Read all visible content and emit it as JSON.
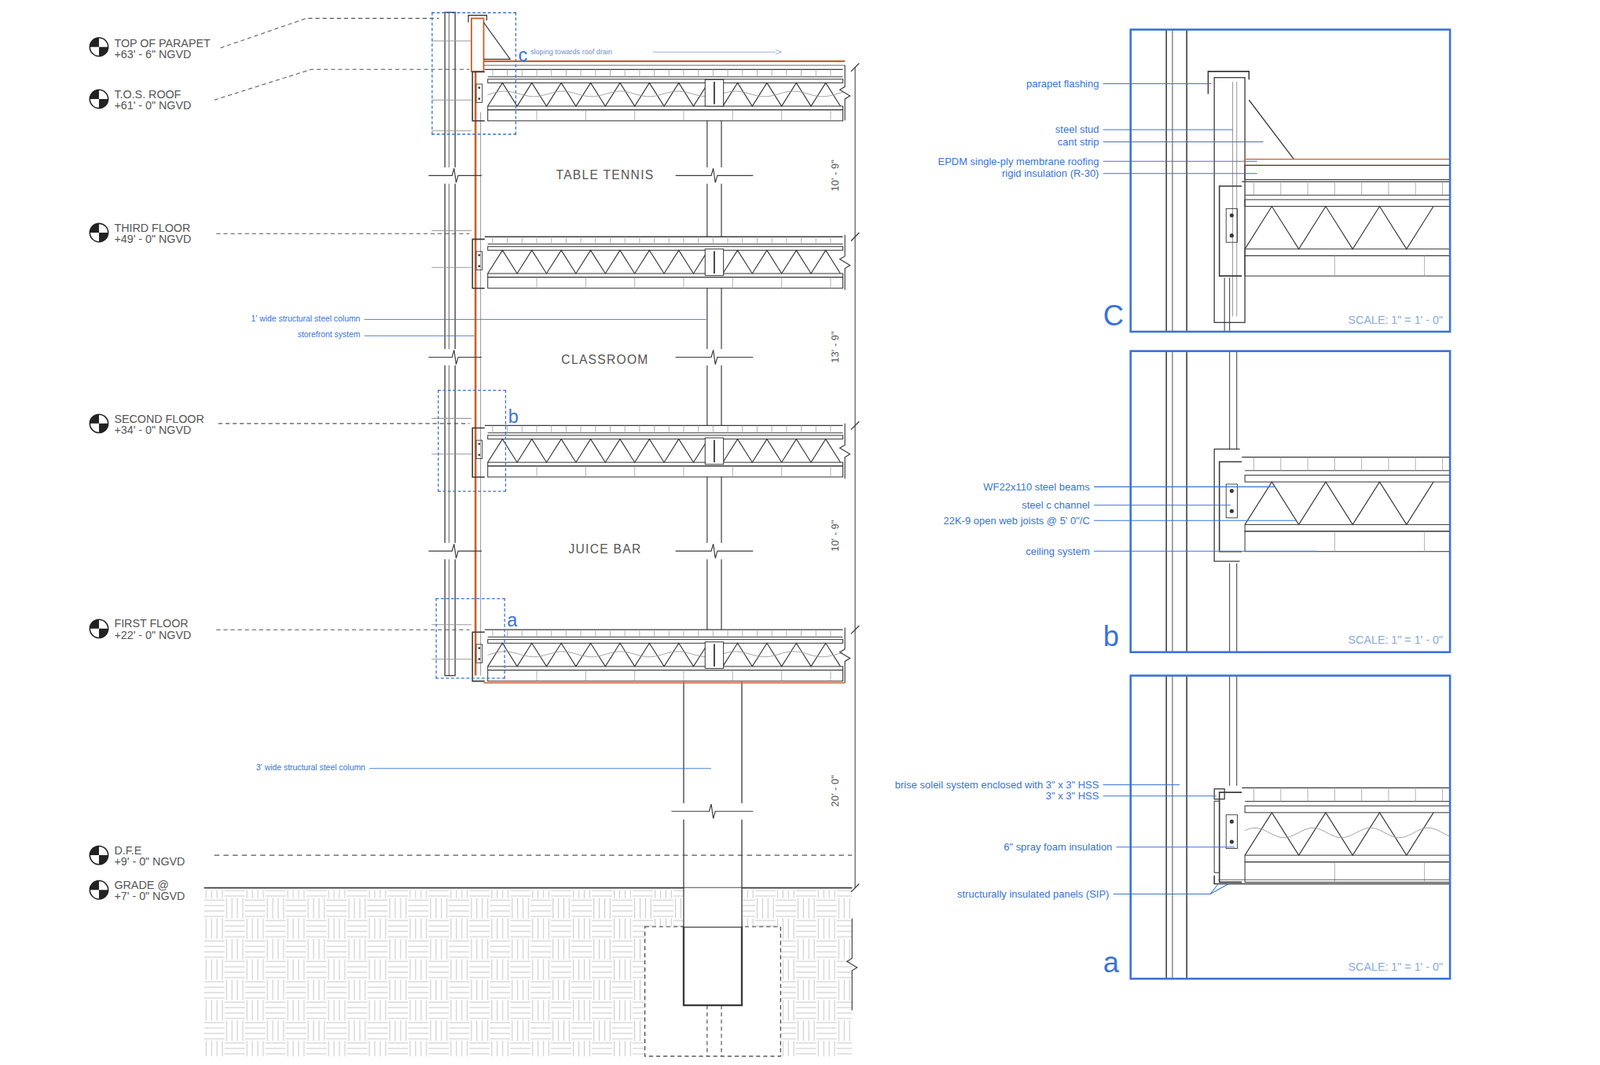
{
  "diagram": {
    "nodes": [
      {
        "text": [
          "c"
        ]
      },
      {
        "text": [
          "b"
        ]
      },
      {
        "text": [
          "a"
        ]
      },
      {
        "text": [
          "C",
          "SCALE: 1\" = 1' - 0\""
        ]
      },
      {
        "text": [
          "b",
          "SCALE: 1\" = 1' - 0\""
        ]
      },
      {
        "text": [
          "a",
          "SCALE: 1\" = 1' - 0\""
        ]
      }
    ],
    "labels": [
      "TOP OF PARAPET",
      "+63' - 6\" NGVD",
      "T.O.S. ROOF",
      "+61' - 0\" NGVD",
      "THIRD FLOOR",
      "+49' - 0\" NGVD",
      "SECOND FLOOR",
      "+34' - 0\" NGVD",
      "FIRST FLOOR",
      "+22' - 0\" NGVD",
      "D.F.E",
      "+9' - 0\" NGVD",
      "GRADE @",
      "+7' - 0\" NGVD",
      "sloping towards roof drain",
      "TABLE TENNIS",
      "CLASSROOM",
      "JUICE BAR",
      "10' - 9\"",
      "13' - 9\"",
      "10' - 9\"",
      "20' - 0\"",
      "1' wide structural steel column",
      "storefront system",
      "3' wide structural steel column",
      "parapet flashing",
      "steel stud",
      "cant strip",
      "EPDM single-ply membrane roofing",
      "rigid insulation (R-30)",
      "WF22x110 steel beams",
      "steel c channel",
      "22K-9 open web joists @ 5' 0\"/C",
      "ceiling system",
      "brise soleil system enclosed with 3\" x 3\" HSS",
      "3\" x 3\" HSS",
      "6\" spray foam insulation",
      "structurally insulated panels (SIP)"
    ]
  }
}
